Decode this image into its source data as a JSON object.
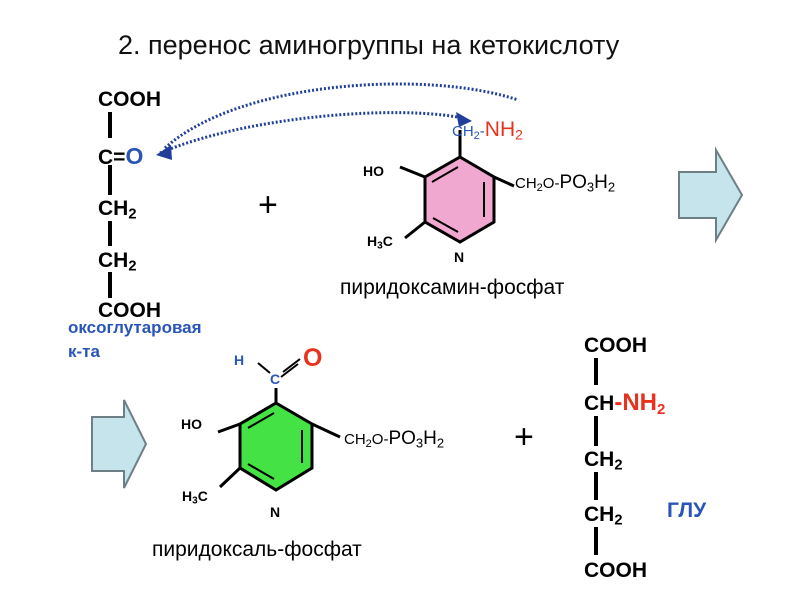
{
  "title": "2.  перенос аминогруппы на кетокислоту",
  "keto_acid": {
    "row1": "COOH",
    "c_part": "C=",
    "o_part": "O",
    "row3_main": "CH",
    "row3_sub": "2",
    "row4_main": "CH",
    "row4_sub": "2",
    "row5": "COOH",
    "name_line1": "оксоглутаровая",
    "name_line2": "к-та"
  },
  "plus_top": "+",
  "plus_bottom": "+",
  "pyridoxamine": {
    "ch2": "CH",
    "ch2_sub": "2",
    "dash": "-",
    "nh2": "NH",
    "nh2_sub": "2",
    "ho": "HO",
    "side_main": "CH",
    "side_sub": "2",
    "side_o": "O-",
    "po3h2": "PO",
    "po3h2_sub3": "3",
    "po3h2_h": "H",
    "po3h2_sub2": "2",
    "methyl_h": "H",
    "methyl_sub": "3",
    "methyl_c": "C",
    "n": "N",
    "caption": "пиридоксамин-фосфат"
  },
  "pyridoxal": {
    "h": "H",
    "c": "C",
    "o": "O",
    "ho": "HO",
    "side_main": "CH",
    "side_sub": "2",
    "side_o": "O-",
    "po3h2": "PO",
    "po3h2_sub3": "3",
    "po3h2_h": "H",
    "po3h2_sub2": "2",
    "methyl_h": "H",
    "methyl_sub": "3",
    "methyl_c": "C",
    "n": "N",
    "caption": "пиридоксаль-фосфат"
  },
  "glutamate": {
    "row1": "COOH",
    "row2_ch": "CH",
    "row2_nh": "-NH",
    "row2_sub": "2",
    "row3_main": "CH",
    "row3_sub": "2",
    "row4_main": "CH",
    "row4_sub": "2",
    "row5": "COOH",
    "name": "ГЛУ"
  },
  "colors": {
    "red": "#e8321e",
    "blue_label": "#2a55b8",
    "arrow_blue": "#1f3f9a",
    "pink_ring": "#f0a8d0",
    "green_ring": "#44e244",
    "block_arrow_fill": "#c6e4ec",
    "block_arrow_stroke": "#6f7f86"
  }
}
